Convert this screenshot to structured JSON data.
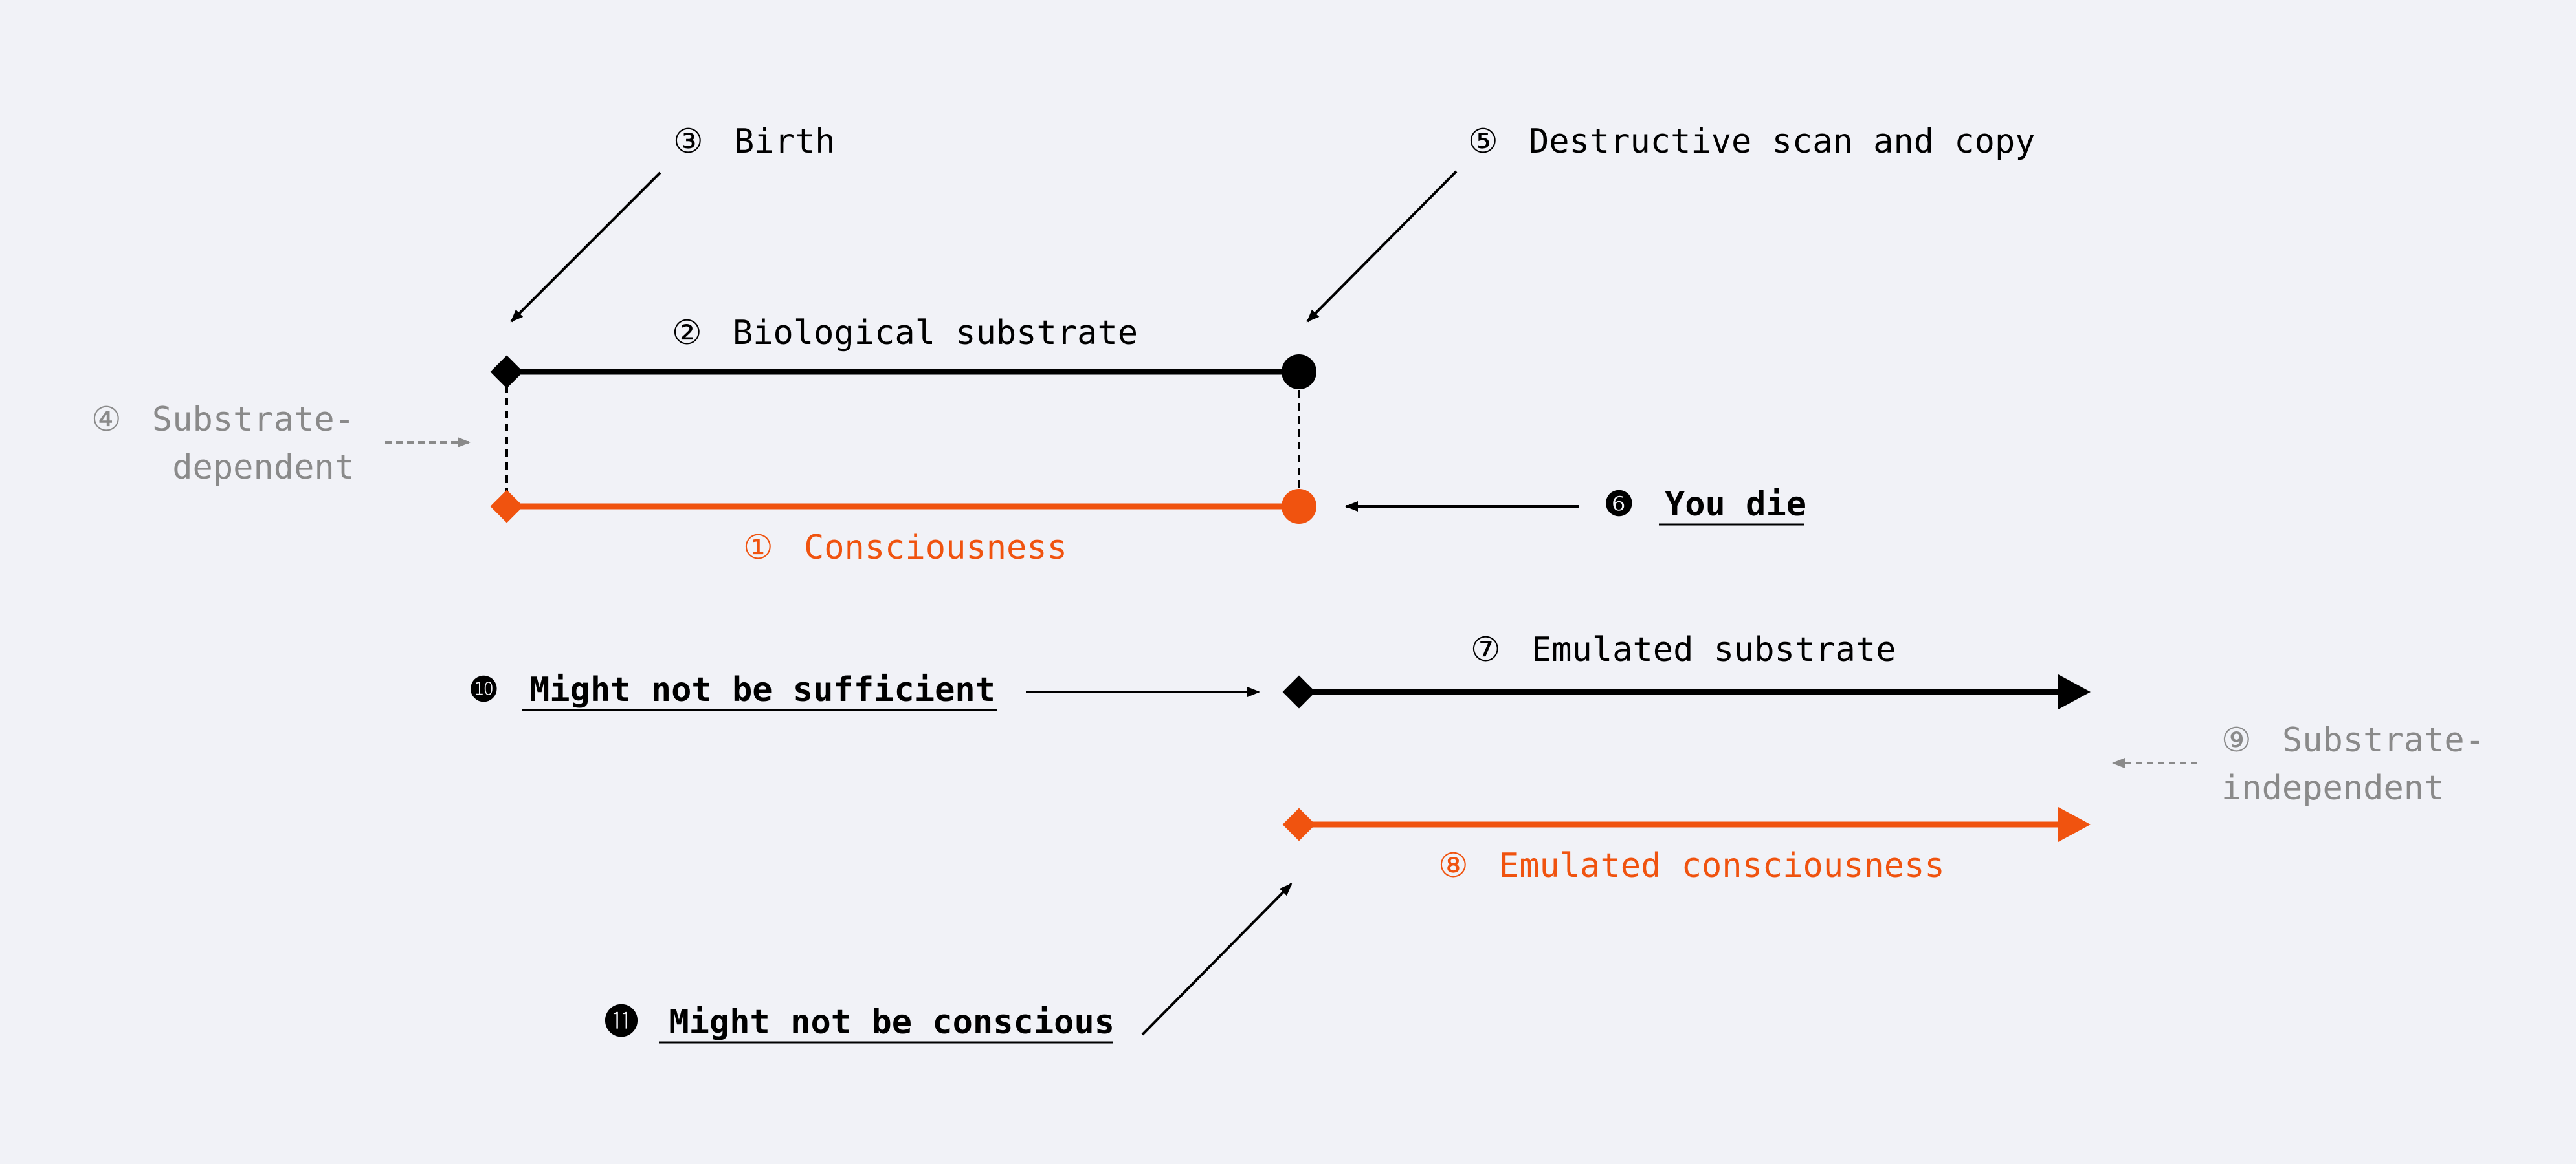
{
  "colors": {
    "background": "#f1f2f7",
    "ink": "#000000",
    "accent": "#f0530f",
    "muted": "#8a8a8a"
  },
  "labels": {
    "consciousness": {
      "num": "①",
      "text": "Consciousness"
    },
    "biological_substrate": {
      "num": "②",
      "text": "Biological substrate"
    },
    "birth": {
      "num": "③",
      "text": "Birth"
    },
    "substrate_dependent": {
      "num": "④",
      "line1": "Substrate-",
      "line2": "dependent"
    },
    "destructive_scan": {
      "num": "⑤",
      "text": "Destructive scan and copy"
    },
    "you_die": {
      "num": "❻",
      "text": "You die"
    },
    "emulated_substrate": {
      "num": "⑦",
      "text": "Emulated substrate"
    },
    "emulated_consciousness": {
      "num": "⑧",
      "text": "Emulated consciousness"
    },
    "substrate_independent": {
      "num": "⑨",
      "line1": "Substrate-",
      "line2": "independent"
    },
    "might_not_be_sufficient": {
      "num": "❿",
      "text": "Might not be sufficient"
    },
    "might_not_be_conscious": {
      "num": "⓫",
      "text": "Might not be conscious"
    }
  }
}
